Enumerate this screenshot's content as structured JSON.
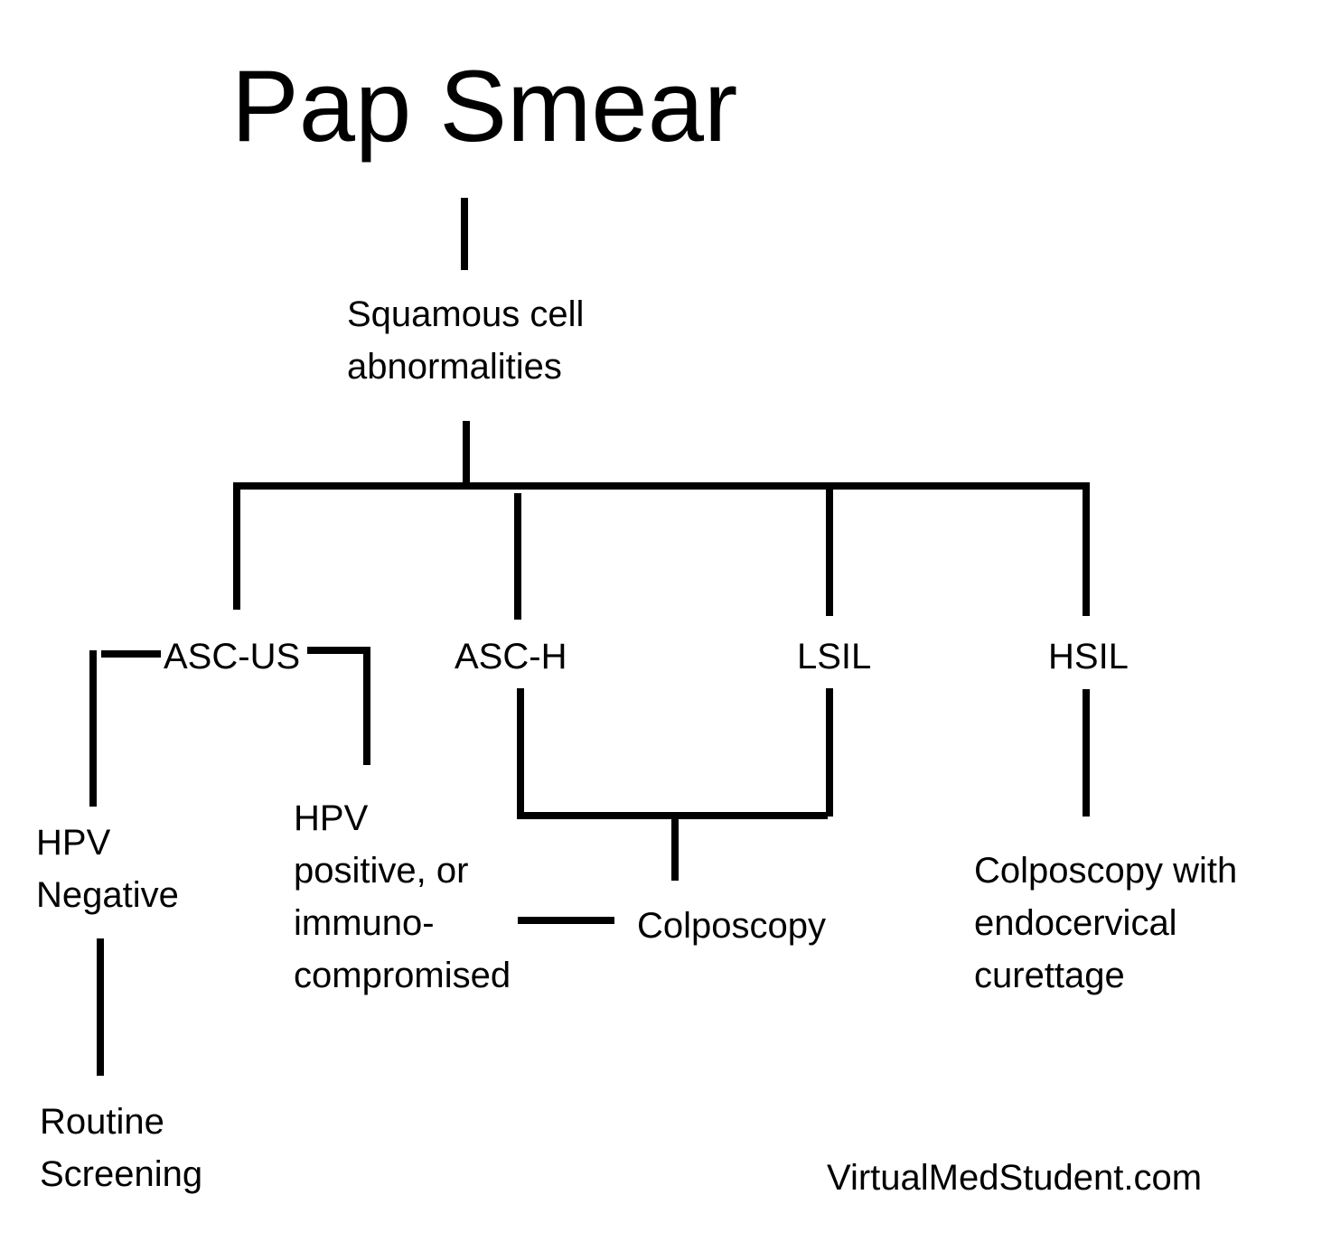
{
  "title": "Pap Smear",
  "nodes": {
    "squamous": "Squamous cell\nabnormalities",
    "ascus": "ASC-US",
    "asch": "ASC-H",
    "lsil": "LSIL",
    "hsil": "HSIL",
    "hpv_negative": "HPV\nNegative",
    "hpv_positive": "HPV\npositive, or\nimmuno-\ncompromised",
    "colposcopy": "Colposcopy",
    "colposcopy_ecc": "Colposcopy with\nendocervical\ncurettage",
    "routine_screening": "Routine\nScreening"
  },
  "footer": "VirtualMedStudent.com",
  "colors": {
    "line": "#000000",
    "text": "#000000",
    "background": "#ffffff"
  }
}
